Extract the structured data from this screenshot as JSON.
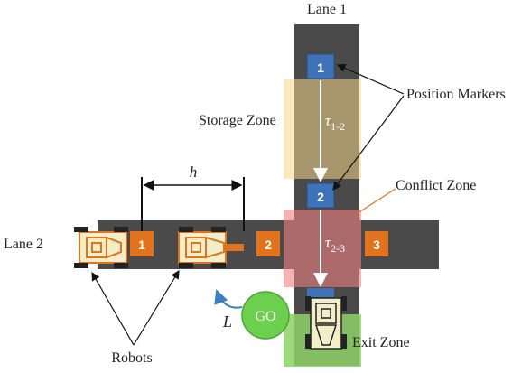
{
  "labels": {
    "lane1": "Lane 1",
    "lane2": "Lane 2",
    "storage_zone": "Storage Zone",
    "conflict_zone": "Conflict Zone",
    "exit_zone": "Exit Zone",
    "position_markers": "Position Markers",
    "robots": "Robots",
    "h": "h",
    "L": "L",
    "go": "GO",
    "tau12_base": "τ",
    "tau12_sub": "1-2",
    "tau23_base": "τ",
    "tau23_sub": "2-3"
  },
  "markers": {
    "lane1_1": "1",
    "lane1_2": "2",
    "lane2_1": "1",
    "lane2_2": "2",
    "lane2_3": "3"
  },
  "colors": {
    "lane": "#4a4a4a",
    "blue_marker": "#3e73b9",
    "orange_marker": "#e1731f",
    "storage_zone": "#f5d58a",
    "conflict_zone": "#f08080",
    "exit_zone": "#8fd16a",
    "go_button": "#6ccf4e",
    "robot": "#e1731f",
    "exit_robot": "#f2efc8"
  }
}
